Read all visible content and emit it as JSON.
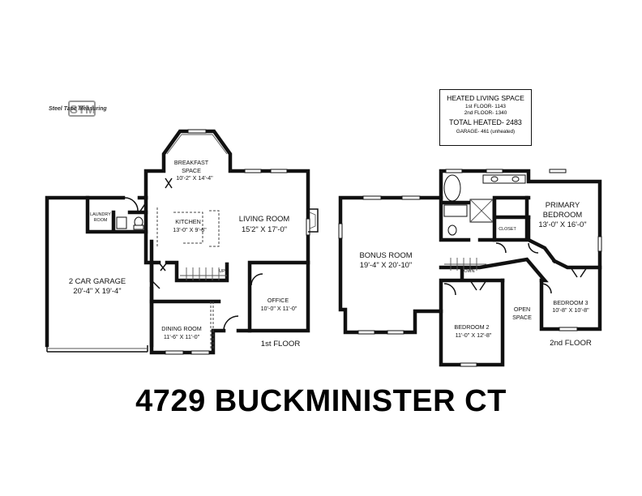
{
  "address": "4729 BUCKMINISTER CT",
  "logo": {
    "text": "Steel Tape Measuring",
    "mark": "STM"
  },
  "summary": {
    "title": "HEATED LIVING SPACE",
    "first_floor": "1st FLOOR- 1143",
    "second_floor": "2nd FLOOR- 1340",
    "total": "TOTAL HEATED- 2483",
    "garage": "GARAGE- 461 (unheated)"
  },
  "first_floor": {
    "label": "1st FLOOR",
    "rooms": {
      "garage": {
        "name": "2 CAR GARAGE",
        "size": "20'-4\" X 19'-4\""
      },
      "laundry": {
        "name_line1": "LAUNDRY",
        "name_line2": "ROOM"
      },
      "breakfast": {
        "name_line1": "BREAKFAST",
        "name_line2": "SPACE",
        "size": "10'-2\" X 14'-4\""
      },
      "kitchen": {
        "name": "KITCHEN",
        "size": "13'-0\" X 9'-6\""
      },
      "living": {
        "name": "LIVING ROOM",
        "size": "15'2\" X 17'-0\""
      },
      "office": {
        "name": "OFFICE",
        "size": "10'-0\" X 11'-0\""
      },
      "dining": {
        "name": "DINING ROOM",
        "size": "11'-6\" X 11'-0\""
      }
    },
    "stair_label": "UP"
  },
  "second_floor": {
    "label": "2nd FLOOR",
    "rooms": {
      "bonus": {
        "name": "BONUS ROOM",
        "size": "19'-4\" X 20'-10\""
      },
      "primary": {
        "name_line1": "PRIMARY",
        "name_line2": "BEDROOM",
        "size": "13'-0\" X 16'-0\""
      },
      "closet": {
        "name": "CLOSET"
      },
      "bedroom2": {
        "name": "BEDROOM 2",
        "size": "11'-0\" X 12'-8\""
      },
      "bedroom3": {
        "name": "BEDROOM 3",
        "size": "10'-8\" X 10'-8\""
      },
      "open_space": {
        "name_line1": "OPEN",
        "name_line2": "SPACE"
      }
    },
    "stair_label": "DOWN"
  }
}
